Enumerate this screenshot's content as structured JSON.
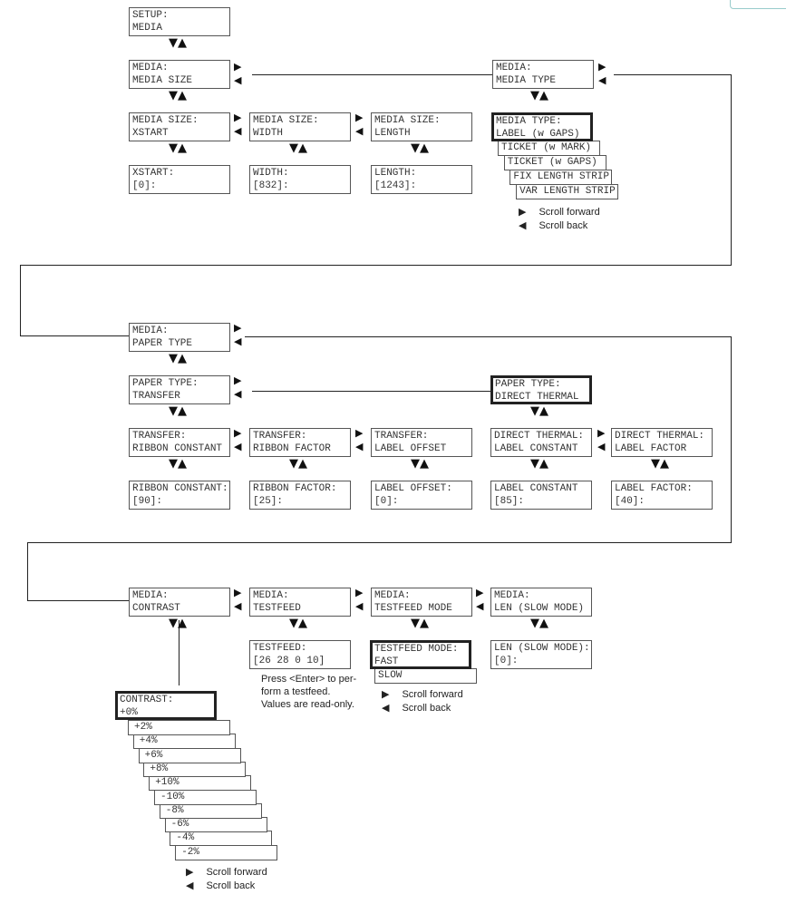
{
  "boxes": {
    "setup_media": [
      "SETUP:",
      "MEDIA"
    ],
    "media_size": [
      "MEDIA:",
      "MEDIA SIZE"
    ],
    "media_type": [
      "MEDIA:",
      "MEDIA TYPE"
    ],
    "ms_xstart": [
      "MEDIA SIZE:",
      "XSTART"
    ],
    "ms_width": [
      "MEDIA SIZE:",
      "WIDTH"
    ],
    "ms_length": [
      "MEDIA SIZE:",
      "LENGTH"
    ],
    "mt_sel": [
      "MEDIA TYPE:",
      "LABEL (w GAPS)"
    ],
    "xstart_val": [
      "XSTART:",
      "[0]:"
    ],
    "width_val": [
      "WIDTH:",
      "[832]:"
    ],
    "length_val": [
      "LENGTH:",
      "[1243]:"
    ],
    "paper_type": [
      "MEDIA:",
      "PAPER TYPE"
    ],
    "pt_transfer": [
      "PAPER TYPE:",
      "TRANSFER"
    ],
    "pt_direct": [
      "PAPER TYPE:",
      "DIRECT THERMAL"
    ],
    "tr_rc": [
      "TRANSFER:",
      "RIBBON CONSTANT"
    ],
    "tr_rf": [
      "TRANSFER:",
      "RIBBON FACTOR"
    ],
    "tr_lo": [
      "TRANSFER:",
      "LABEL OFFSET"
    ],
    "dt_lc": [
      "DIRECT THERMAL:",
      "LABEL CONSTANT"
    ],
    "dt_lf": [
      "DIRECT THERMAL:",
      "LABEL FACTOR"
    ],
    "rc_val": [
      "RIBBON CONSTANT:",
      "[90]:"
    ],
    "rf_val": [
      "RIBBON FACTOR:",
      "[25]:"
    ],
    "lo_val": [
      "LABEL OFFSET:",
      "[0]:"
    ],
    "lc_val": [
      "LABEL CONSTANT",
      "[85]:"
    ],
    "lf_val": [
      "LABEL FACTOR:",
      "[40]:"
    ],
    "contrast": [
      "MEDIA:",
      "CONTRAST"
    ],
    "testfeed": [
      "MEDIA:",
      "TESTFEED"
    ],
    "testfeed_mode": [
      "MEDIA:",
      "TESTFEED MODE"
    ],
    "len_slow": [
      "MEDIA:",
      "LEN (SLOW MODE)"
    ],
    "testfeed_val": [
      "TESTFEED:",
      "[26 28 0 10]"
    ],
    "tfm_sel": [
      "TESTFEED MODE:",
      "FAST"
    ],
    "len_val": [
      "LEN (SLOW MODE):",
      "[0]:"
    ],
    "contrast_sel": [
      "CONTRAST:",
      "+0%"
    ]
  },
  "media_type_options": [
    "TICKET (w MARK)",
    "TICKET (w GAPS)",
    "FIX LENGTH STRIP",
    "VAR LENGTH STRIP"
  ],
  "testfeed_mode_options": [
    "SLOW"
  ],
  "contrast_options": [
    "+2%",
    "+4%",
    "+6%",
    "+8%",
    "+10%",
    "-10%",
    "-8%",
    "-6%",
    "-4%",
    "-2%"
  ],
  "legend": {
    "forward": "Scroll forward",
    "back": "Scroll back"
  },
  "testfeed_note": [
    "Press <Enter> to per-",
    "form a testfeed.",
    "Values are read-only."
  ],
  "icons": {
    "right": "triangle-right-icon",
    "left": "triangle-left-icon",
    "updown": "down-up-triangles-icon"
  }
}
